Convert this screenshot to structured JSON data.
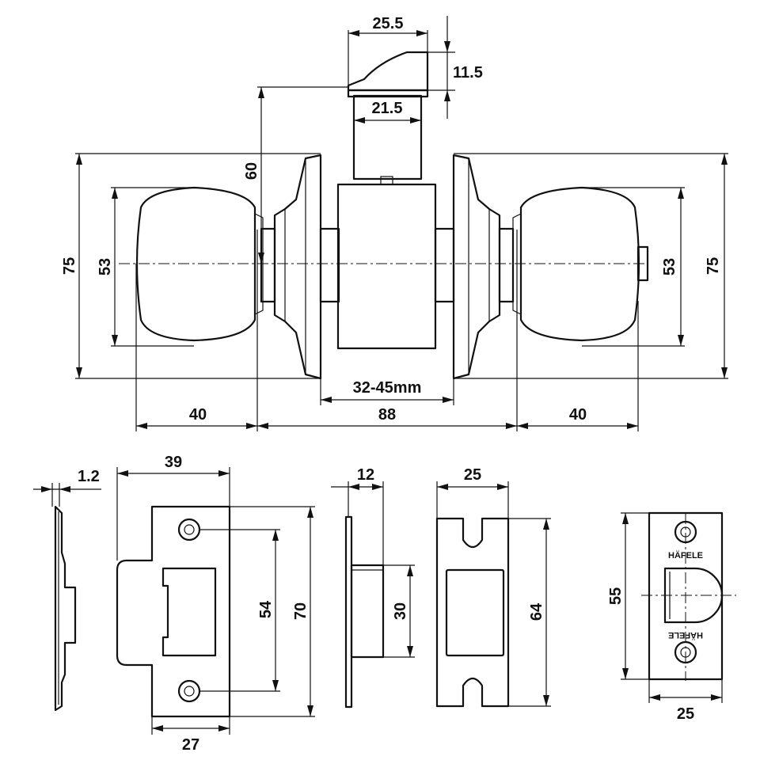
{
  "diagram": {
    "top_view": {
      "latch_width": "25.5",
      "latch_height": "11.5",
      "latch_body_width": "21.5",
      "backset_height": "60",
      "rose_diameter_left": "75",
      "knob_diameter_left": "53",
      "knob_diameter_right": "53",
      "rose_diameter_right": "75",
      "door_thickness": "32-45mm",
      "knob_depth_left": "40",
      "overall_between_knobs": "88",
      "knob_depth_right": "40"
    },
    "strike_plate": {
      "thickness": "1.2",
      "width": "39",
      "hole_spacing": "54",
      "height": "70",
      "bottom_width": "27"
    },
    "latch_side": {
      "width": "12",
      "height": "30"
    },
    "dust_box": {
      "width": "25",
      "height": "64"
    },
    "latch_face": {
      "height": "55",
      "width": "25",
      "brand_top": "HÄFELE",
      "brand_bottom": "HÄFELE"
    }
  }
}
